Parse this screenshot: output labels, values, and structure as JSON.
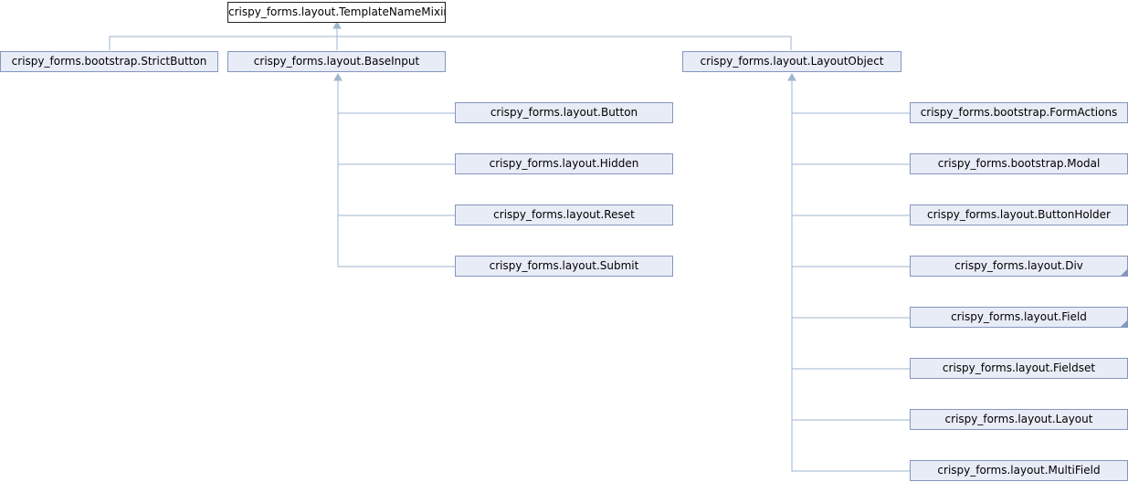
{
  "diagram": {
    "root": "crispy_forms.layout.TemplateNameMixin",
    "children": [
      "crispy_forms.bootstrap.StrictButton",
      "crispy_forms.layout.BaseInput",
      "crispy_forms.layout.LayoutObject"
    ],
    "baseinput_children": [
      "crispy_forms.layout.Button",
      "crispy_forms.layout.Hidden",
      "crispy_forms.layout.Reset",
      "crispy_forms.layout.Submit"
    ],
    "layoutobject_children": [
      "crispy_forms.bootstrap.FormActions",
      "crispy_forms.bootstrap.Modal",
      "crispy_forms.layout.ButtonHolder",
      "crispy_forms.layout.Div",
      "crispy_forms.layout.Field",
      "crispy_forms.layout.Fieldset",
      "crispy_forms.layout.Layout",
      "crispy_forms.layout.MultiField"
    ],
    "colors": {
      "node_fill": "#e8ecf6",
      "node_border": "#8596be",
      "root_border": "#222222",
      "edge": "#9fb6d0"
    }
  }
}
